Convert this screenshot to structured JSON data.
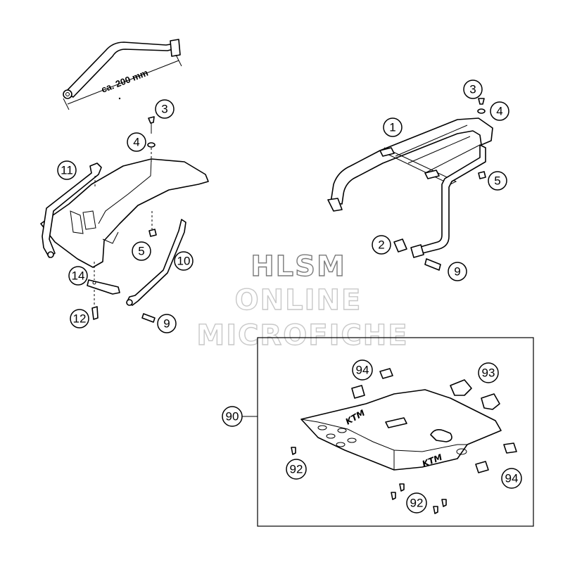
{
  "dimension_label": "ca. 200 mm",
  "watermark": {
    "line1": "HLSM",
    "line2": "ONLINE",
    "line3": "MICROFICHE"
  },
  "brand_mark": "KTM",
  "callouts": {
    "c1": "1",
    "c2": "2",
    "c3_left": "3",
    "c3_right": "3",
    "c4_left": "4",
    "c4_right": "4",
    "c5_left": "5",
    "c5_right": "5",
    "c9_left": "9",
    "c9_right": "9",
    "c10": "10",
    "c11": "11",
    "c12": "12",
    "c14": "14",
    "c90": "90",
    "c92_left": "92",
    "c92_bottom": "92",
    "c93": "93",
    "c94_top": "94",
    "c94_right": "94"
  }
}
